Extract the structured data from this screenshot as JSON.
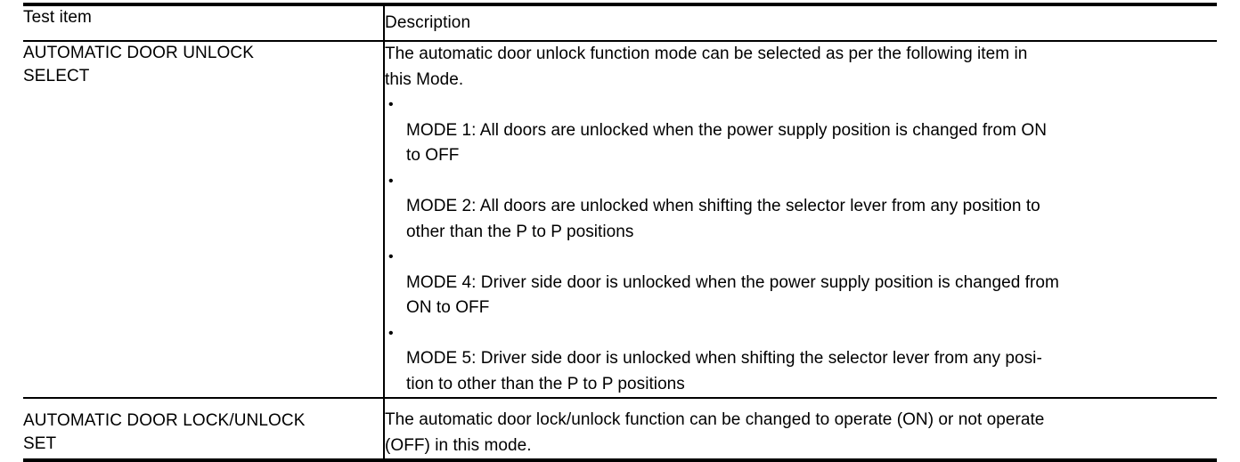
{
  "table": {
    "headers": {
      "test_item": "Test item",
      "description": "Description"
    },
    "rows": [
      {
        "test_item": "AUTOMATIC DOOR UNLOCK\nSELECT",
        "description_intro": "The automatic door unlock function mode can be selected as per the following item in\nthis Mode.",
        "bullet_marker": "•",
        "modes": [
          {
            "label": "MODE 1",
            "text": "MODE 1: All doors are unlocked when the power supply position is changed from ON\nto OFF"
          },
          {
            "label": "MODE 2",
            "text": "MODE 2: All doors are unlocked when shifting the selector lever from any position to\nother than the P to P positions"
          },
          {
            "label": "MODE 4",
            "text": "MODE 4: Driver side door is unlocked when the power supply position is changed from\nON to OFF"
          },
          {
            "label": "MODE 5",
            "text": "MODE 5: Driver side door is unlocked when shifting the selector lever from any posi-\ntion to other than the P to P positions"
          }
        ]
      },
      {
        "test_item": "AUTOMATIC DOOR LOCK/UNLOCK\nSET",
        "description_plain": "The automatic door lock/unlock function can be changed to operate (ON) or not operate\n(OFF) in this mode."
      }
    ]
  },
  "colors": {
    "text": "#000000",
    "background": "#ffffff",
    "rule": "#000000"
  }
}
